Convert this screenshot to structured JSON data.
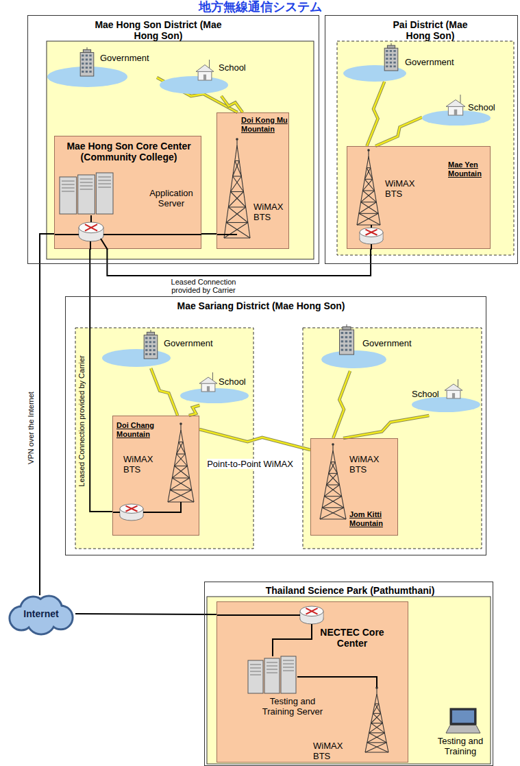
{
  "diagram": {
    "title": "地方無線通信システム",
    "nodes": [
      {
        "text": [
          "Mae Hong Son District (Mae Hong Son)"
        ]
      },
      {
        "text": [
          "Government"
        ],
        "in": 0
      },
      {
        "text": [
          "School"
        ],
        "in": 0
      },
      {
        "text": [
          "Mae Hong Son Core Center (Community College)",
          "Application Server"
        ],
        "in": 0
      },
      {
        "text": [
          "Doi Kong Mu Mountain",
          "WiMAX BTS"
        ],
        "in": 0
      },
      {
        "text": [
          "Pai District (Mae Hong Son)"
        ]
      },
      {
        "text": [
          "Government"
        ],
        "in": 5
      },
      {
        "text": [
          "School"
        ],
        "in": 5
      },
      {
        "text": [
          "Mae Yen Mountain",
          "WiMAX BTS"
        ],
        "in": 5
      },
      {
        "text": [
          "Mae Sariang District (Mae Hong Son)"
        ]
      },
      {
        "text": [
          "Government"
        ],
        "in": 9
      },
      {
        "text": [
          "School"
        ],
        "in": 9
      },
      {
        "text": [
          "Doi Chang Mountain",
          "WiMAX BTS"
        ],
        "in": 9
      },
      {
        "text": [
          "Government"
        ],
        "in": 9
      },
      {
        "text": [
          "School"
        ],
        "in": 9
      },
      {
        "text": [
          "WiMAX BTS",
          "Jom Kitti Mountain"
        ],
        "in": 9
      },
      {
        "text": [
          "Internet"
        ]
      },
      {
        "text": [
          "Thailand Science Park (Pathumthani)"
        ]
      },
      {
        "text": [
          "NECTEC Core Center",
          "Testing and Training Server",
          "WiMAX BTS"
        ],
        "in": 17
      },
      {
        "text": [
          "Testing and Training"
        ],
        "in": 17
      }
    ],
    "edges": [
      {
        "from": 1,
        "to": 4,
        "arrow": "none"
      },
      {
        "from": 2,
        "to": 4,
        "arrow": "none"
      },
      {
        "from": 3,
        "to": 4,
        "arrow": "none"
      },
      {
        "from": 3,
        "to": 8,
        "label": "Leased Connection provided by Carrier",
        "arrow": "none"
      },
      {
        "from": 3,
        "to": 12,
        "label": "Leased Connection provided by Carrier",
        "arrow": "none"
      },
      {
        "from": 3,
        "to": 16,
        "label": "VPN over the Internet",
        "arrow": "none"
      },
      {
        "from": 6,
        "to": 8,
        "arrow": "none"
      },
      {
        "from": 7,
        "to": 8,
        "arrow": "none"
      },
      {
        "from": 10,
        "to": 12,
        "arrow": "none"
      },
      {
        "from": 11,
        "to": 12,
        "arrow": "none"
      },
      {
        "from": 12,
        "to": 15,
        "label": "Point-to-Point WiMAX",
        "arrow": "none"
      },
      {
        "from": 13,
        "to": 15,
        "arrow": "none"
      },
      {
        "from": 14,
        "to": 15,
        "arrow": "none"
      },
      {
        "from": 16,
        "to": 18,
        "arrow": "none"
      }
    ]
  }
}
